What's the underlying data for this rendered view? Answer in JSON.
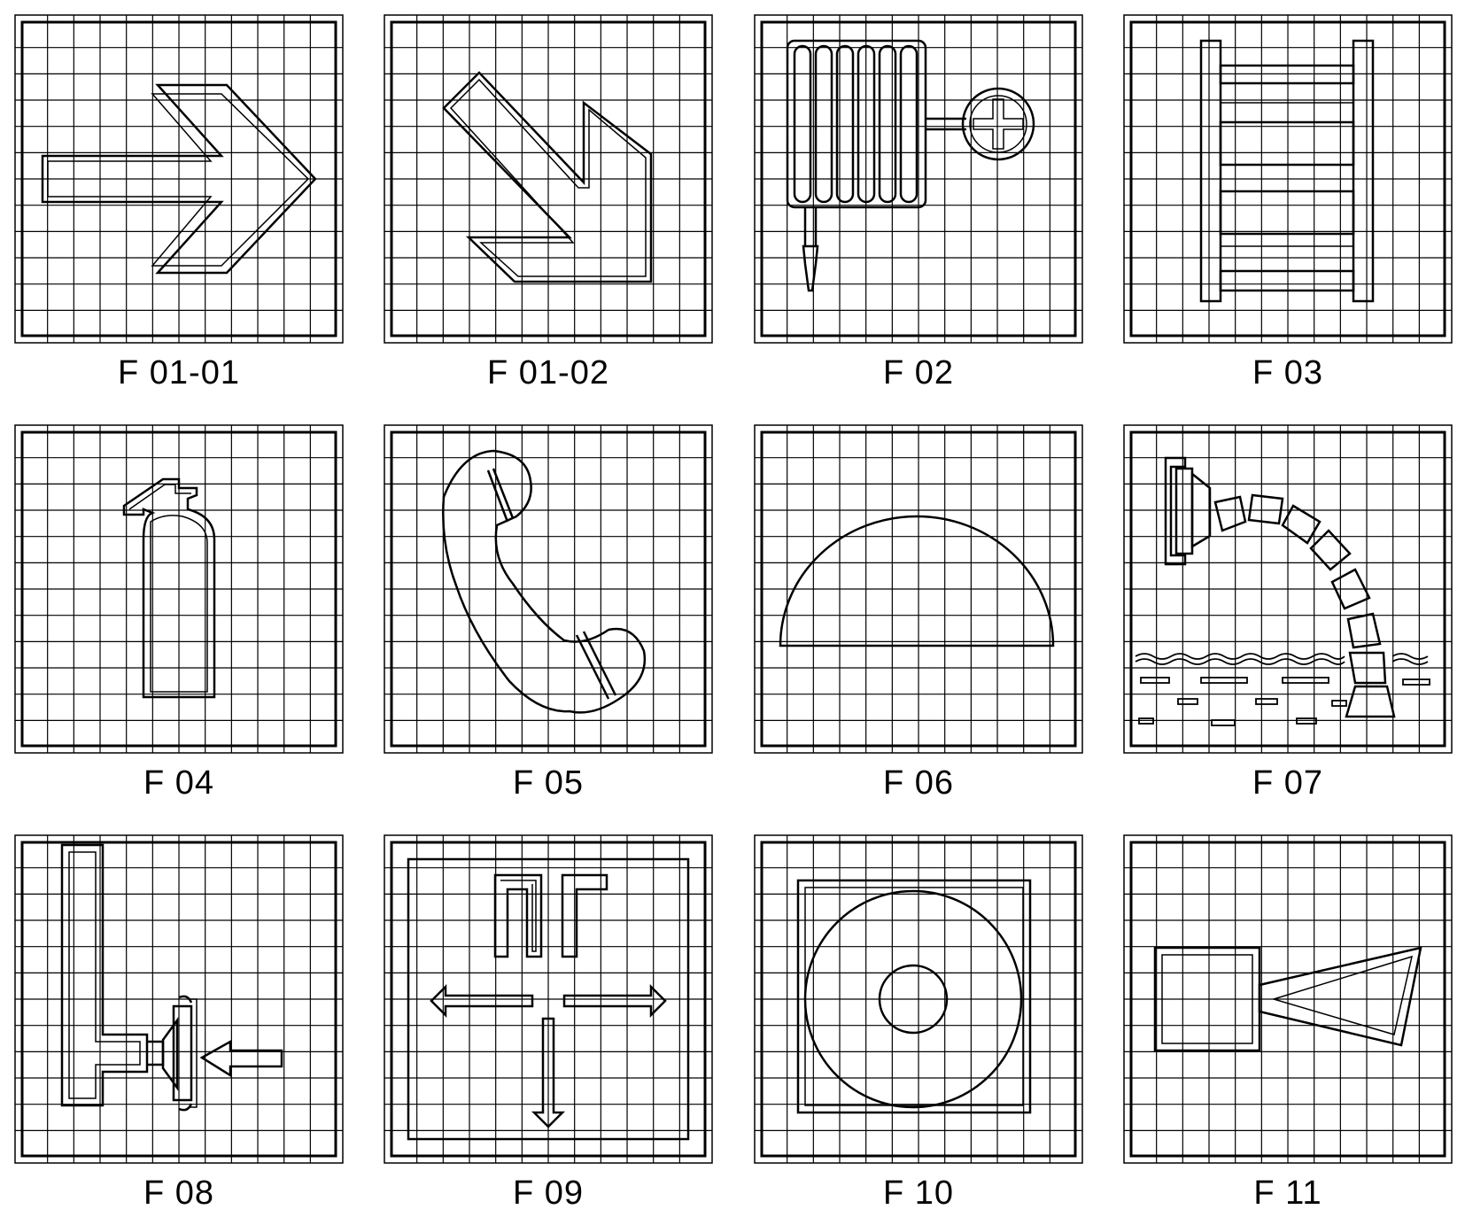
{
  "signs": [
    {
      "code": "F 01-01",
      "icon": "arrow-right-icon"
    },
    {
      "code": "F 01-02",
      "icon": "arrow-diagonal-down-right-icon"
    },
    {
      "code": "F 02",
      "icon": "fire-hose-reel-icon"
    },
    {
      "code": "F 03",
      "icon": "fire-ladder-icon"
    },
    {
      "code": "F 04",
      "icon": "fire-extinguisher-icon"
    },
    {
      "code": "F 05",
      "icon": "emergency-telephone-icon"
    },
    {
      "code": "F 06",
      "icon": "fire-alarm-bell-icon"
    },
    {
      "code": "F 07",
      "icon": "water-suction-pipe-icon"
    },
    {
      "code": "F 08",
      "icon": "fire-hydrant-coupling-icon"
    },
    {
      "code": "F 09",
      "icon": "underground-hydrant-icon"
    },
    {
      "code": "F 10",
      "icon": "fire-alarm-button-icon"
    },
    {
      "code": "F 11",
      "icon": "alarm-horn-icon"
    }
  ],
  "colors": {
    "line": "#000000",
    "background": "#ffffff"
  }
}
